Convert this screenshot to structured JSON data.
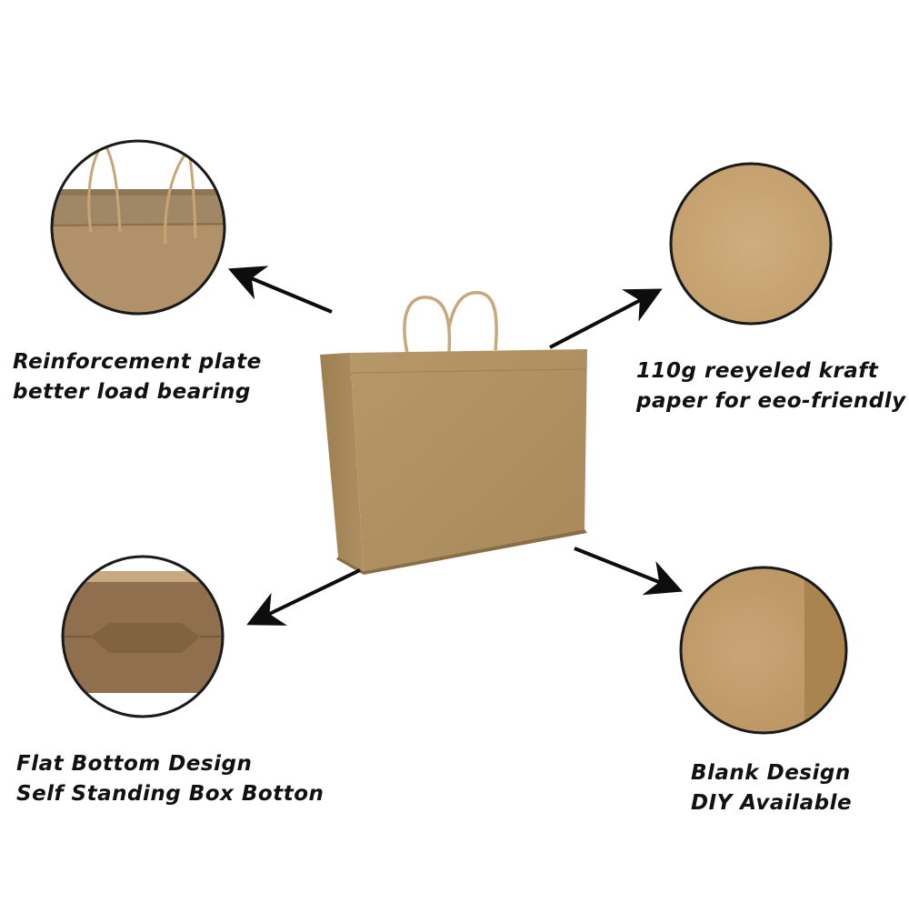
{
  "features": [
    {
      "line1": "Reinforcement plate",
      "line2": "better load bearing"
    },
    {
      "line1": "110g reeyeled kraft",
      "line2": "paper for eeo-friendly"
    },
    {
      "line1": "Flat Bottom Design",
      "line2": "Self Standing Box Botton"
    },
    {
      "line1": "Blank Design",
      "line2": "DIY Available"
    }
  ],
  "colors": {
    "kraft_light": "#b89a6c",
    "kraft_mid": "#a98a5b",
    "kraft_dark": "#8c6e49",
    "kraft_circle": "#c9a677",
    "circle_border": "#1a1a1a",
    "arrow": "#0d0d0d",
    "background": "#ffffff"
  }
}
